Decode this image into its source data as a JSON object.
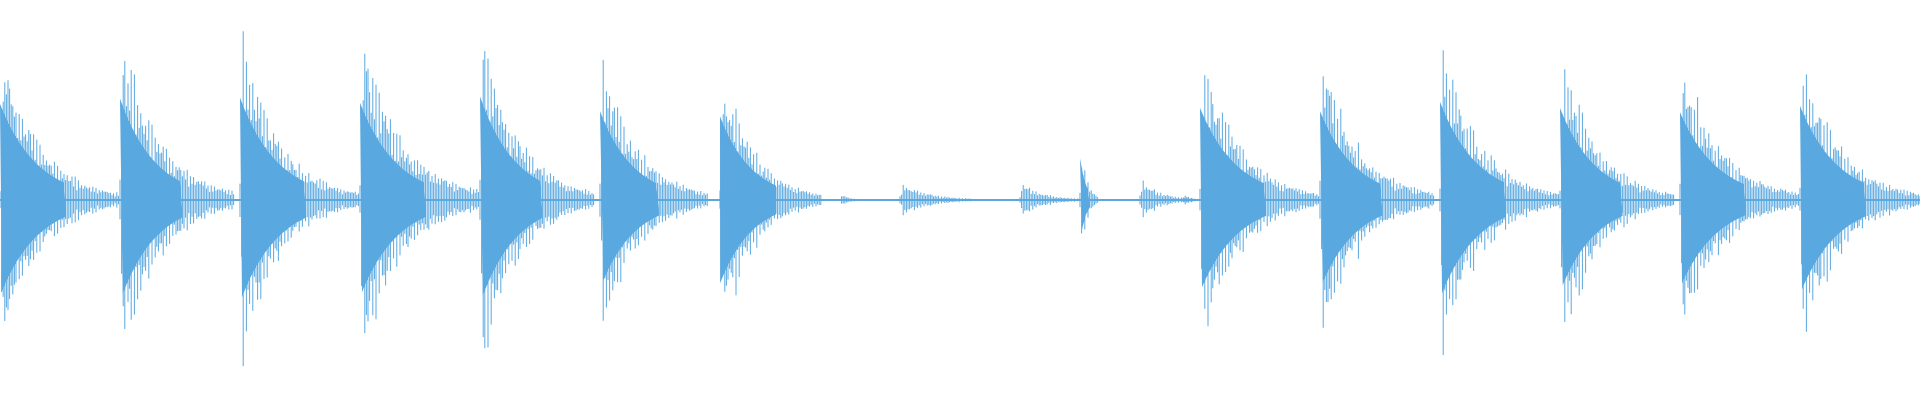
{
  "waveform": {
    "color": "#5aa8e0",
    "background": "#ffffff",
    "duration_beats": 16,
    "hits": [
      {
        "beat": 0,
        "peak": 0.92,
        "tail": 1.0,
        "buzz": 0.0
      },
      {
        "beat": 1,
        "peak": 0.97,
        "tail": 0.95,
        "buzz": 0.06
      },
      {
        "beat": 2,
        "peak": 0.98,
        "tail": 1.0,
        "buzz": 0.0
      },
      {
        "beat": 3,
        "peak": 0.93,
        "tail": 1.0,
        "buzz": 0.1
      },
      {
        "beat": 4,
        "peak": 0.99,
        "tail": 0.95,
        "buzz": 0.04
      },
      {
        "beat": 5,
        "peak": 0.85,
        "tail": 0.9,
        "buzz": 0.05
      },
      {
        "beat": 6,
        "peak": 0.8,
        "tail": 0.85,
        "buzz": 0.0
      },
      {
        "beat": 7,
        "peak": 0.05,
        "tail": 0.2,
        "buzz": 0.0
      },
      {
        "beat": 7.5,
        "peak": 0.1,
        "tail": 0.6,
        "buzz": 0.02
      },
      {
        "beat": 8.5,
        "peak": 0.1,
        "tail": 0.5,
        "buzz": 0.02
      },
      {
        "beat": 9,
        "peak": 0.4,
        "tail": 0.15,
        "buzz": 0.02
      },
      {
        "beat": 9.5,
        "peak": 0.12,
        "tail": 0.45,
        "buzz": 0.02
      },
      {
        "beat": 9.85,
        "peak": 0.04,
        "tail": 0.2,
        "buzz": 0.0
      },
      {
        "beat": 10,
        "peak": 0.88,
        "tail": 1.0,
        "buzz": 0.0
      },
      {
        "beat": 11,
        "peak": 0.85,
        "tail": 0.95,
        "buzz": 0.04
      },
      {
        "beat": 12,
        "peak": 0.94,
        "tail": 1.0,
        "buzz": 0.0
      },
      {
        "beat": 13,
        "peak": 0.88,
        "tail": 0.95,
        "buzz": 0.0
      },
      {
        "beat": 14,
        "peak": 0.84,
        "tail": 1.0,
        "buzz": 0.04
      },
      {
        "beat": 15,
        "peak": 0.9,
        "tail": 1.0,
        "buzz": 0.0
      }
    ]
  }
}
